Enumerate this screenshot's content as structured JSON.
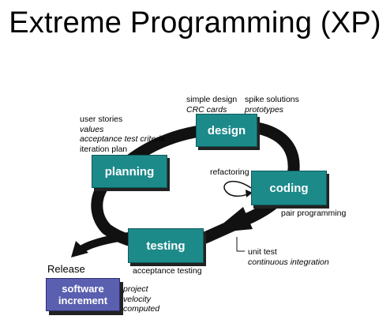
{
  "title": "Extreme Programming (XP)",
  "boxes": {
    "design": "design",
    "planning": "planning",
    "coding": "coding",
    "testing": "testing",
    "increment_line1": "software",
    "increment_line2": "increment"
  },
  "notes": {
    "design_left": [
      "simple design",
      "CRC cards"
    ],
    "design_right": [
      "spike solutions",
      "prototypes"
    ],
    "planning": [
      "user stories",
      "values",
      "acceptance test criteria",
      "iteration plan"
    ],
    "refactoring": "refactoring",
    "pair_programming": "pair programming",
    "unit_test": [
      "unit test",
      "continuous integration"
    ],
    "acceptance_testing": "acceptance testing",
    "release": "Release",
    "increment_meta": [
      "project",
      "velocity",
      "computed"
    ]
  },
  "colors": {
    "box": "#1d8a8a",
    "increment": "#5a5fb0",
    "loop": "#111111"
  }
}
